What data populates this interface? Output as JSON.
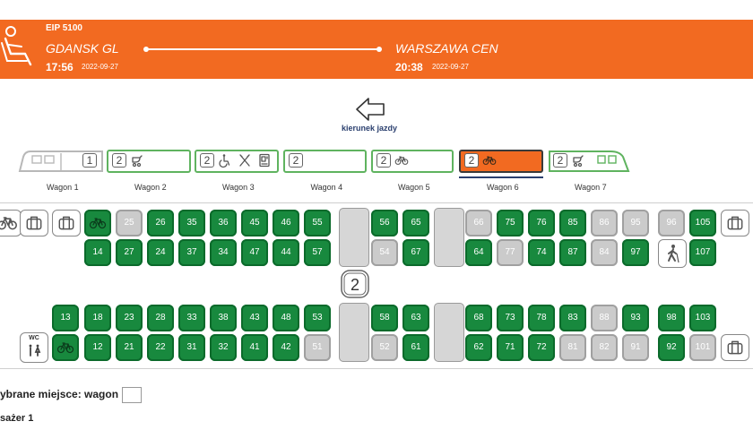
{
  "header": {
    "train": "EIP 5100",
    "from_station": "GDANSK GL",
    "to_station": "WARSZAWA CEN",
    "dep_time": "17:56",
    "dep_date": "2022-09-27",
    "arr_time": "20:38",
    "arr_date": "2022-09-27",
    "bg": "#f26a21"
  },
  "direction": {
    "label": "kierunek jazdy",
    "icon": "arrow-left-icon"
  },
  "wagons": [
    {
      "name": "Wagon 1",
      "class": "1"
    },
    {
      "name": "Wagon 2",
      "class": "2",
      "icons": [
        "stroller-icon"
      ]
    },
    {
      "name": "Wagon 3",
      "class": "2",
      "icons": [
        "wheelchair-icon",
        "restaurant-icon",
        "vending-icon"
      ]
    },
    {
      "name": "Wagon 4",
      "class": "2"
    },
    {
      "name": "Wagon 5",
      "class": "2",
      "icons": [
        "bike-icon"
      ]
    },
    {
      "name": "Wagon 6",
      "class": "2",
      "icons": [
        "bike-icon"
      ],
      "selected": true
    },
    {
      "name": "Wagon 7",
      "class": "2",
      "icons": [
        "stroller-icon"
      ]
    }
  ],
  "seat_plan": {
    "class_label": "2",
    "rows": [
      [
        {
          "n": "",
          "bike": true
        },
        {
          "n": "25",
          "t": 1
        },
        {
          "n": "26"
        },
        {
          "n": "35"
        },
        {
          "n": "36"
        },
        {
          "n": "45"
        },
        {
          "n": "46"
        },
        {
          "n": "55"
        },
        {
          "n": "56"
        },
        {
          "n": "65"
        },
        {
          "n": "66",
          "t": 1
        },
        {
          "n": "75"
        },
        {
          "n": "76"
        },
        {
          "n": "85"
        },
        {
          "n": "86",
          "t": 1
        },
        {
          "n": "95",
          "t": 1
        },
        {
          "n": "96",
          "t": 1
        },
        {
          "n": "105"
        }
      ],
      [
        {
          "n": "14"
        },
        {
          "n": "27"
        },
        {
          "n": "24"
        },
        {
          "n": "37"
        },
        {
          "n": "34"
        },
        {
          "n": "47"
        },
        {
          "n": "44"
        },
        {
          "n": "57"
        },
        {
          "n": "54",
          "t": 1
        },
        {
          "n": "67"
        },
        {
          "n": "64"
        },
        {
          "n": "77",
          "t": 1
        },
        {
          "n": "74"
        },
        {
          "n": "87"
        },
        {
          "n": "84",
          "t": 1
        },
        {
          "n": "97"
        },
        {
          "n": "107"
        }
      ],
      [
        {
          "n": "13"
        },
        {
          "n": "18"
        },
        {
          "n": "23"
        },
        {
          "n": "28"
        },
        {
          "n": "33"
        },
        {
          "n": "38"
        },
        {
          "n": "43"
        },
        {
          "n": "48"
        },
        {
          "n": "53"
        },
        {
          "n": "58"
        },
        {
          "n": "63"
        },
        {
          "n": "68"
        },
        {
          "n": "73"
        },
        {
          "n": "78"
        },
        {
          "n": "83"
        },
        {
          "n": "88",
          "t": 1
        },
        {
          "n": "93"
        },
        {
          "n": "98"
        },
        {
          "n": "103"
        }
      ],
      [
        {
          "n": "",
          "bike": true
        },
        {
          "n": "12"
        },
        {
          "n": "21"
        },
        {
          "n": "22"
        },
        {
          "n": "31"
        },
        {
          "n": "32"
        },
        {
          "n": "41"
        },
        {
          "n": "42"
        },
        {
          "n": "51",
          "t": 1
        },
        {
          "n": "52",
          "t": 1
        },
        {
          "n": "61"
        },
        {
          "n": "62"
        },
        {
          "n": "71"
        },
        {
          "n": "72"
        },
        {
          "n": "81",
          "t": 1
        },
        {
          "n": "82",
          "t": 1
        },
        {
          "n": "91",
          "t": 1
        },
        {
          "n": "92"
        },
        {
          "n": "101",
          "t": 1
        }
      ]
    ],
    "wc_label": "WC"
  },
  "footer": {
    "selected_label": "ybrane miejsce: wagon",
    "passenger_label": "sażer 1"
  },
  "colors": {
    "free": "#18893e",
    "taken": "#cbcbcb",
    "accent": "#f26a21",
    "navy": "#2a3f6e"
  }
}
